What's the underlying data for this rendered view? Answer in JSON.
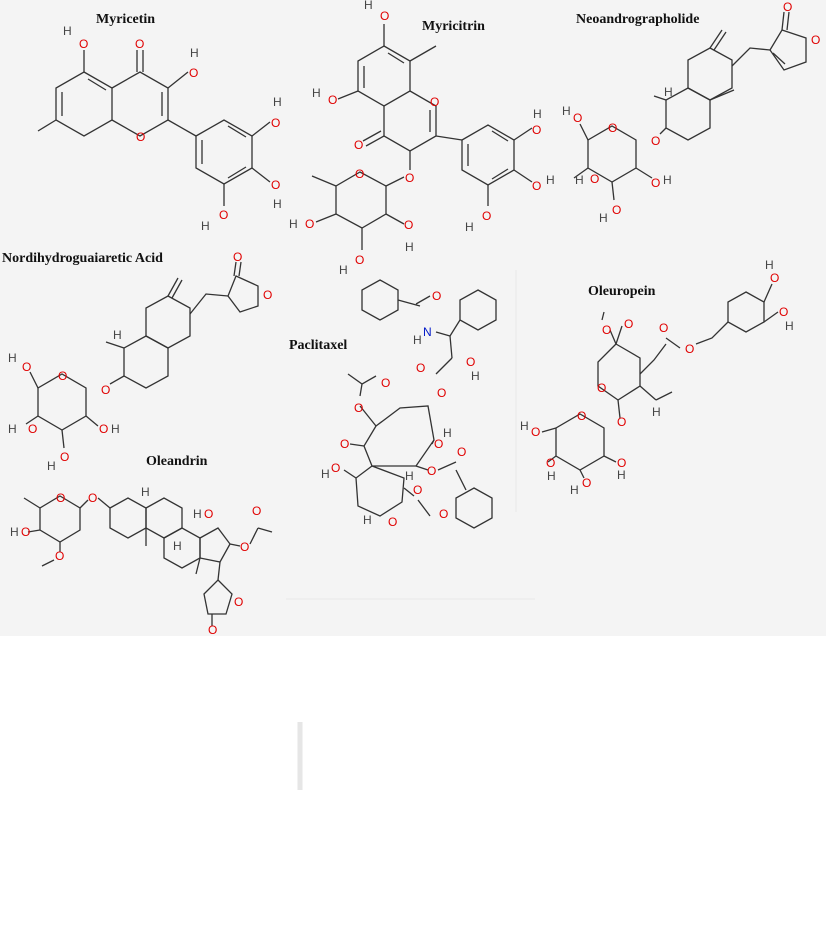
{
  "compounds": [
    {
      "name": "Myricetin"
    },
    {
      "name": "Myricitrin"
    },
    {
      "name": "Neoandrographolide"
    },
    {
      "name": "Nordihydroguaiaretic Acid"
    },
    {
      "name": "Paclitaxel"
    },
    {
      "name": "Oleuropein"
    },
    {
      "name": "Oleandrin"
    }
  ],
  "atoms": {
    "oxygen": "O",
    "nitrogen": "N",
    "hydrogen": "H"
  },
  "colors": {
    "oxygen": "#e00000",
    "nitrogen": "#0018c8",
    "carbon": "#333333",
    "panel": "#f4f4f4"
  }
}
